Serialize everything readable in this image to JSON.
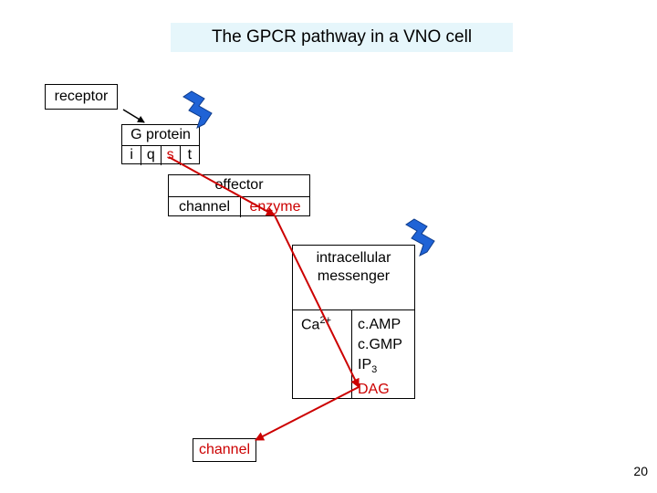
{
  "title": "The GPCR pathway in a VNO cell",
  "receptor": {
    "label": "receptor"
  },
  "g_protein": {
    "label": "G protein",
    "subunits": [
      "i",
      "q",
      "s",
      "t"
    ],
    "highlighted_subunit": "s"
  },
  "effector": {
    "label": "effector",
    "options": [
      "channel",
      "enzyme"
    ],
    "highlighted_option": "enzyme"
  },
  "messenger": {
    "label_line1": "intracellular",
    "label_line2": "messenger",
    "ca": "Ca",
    "ca_charge": "2+",
    "list": [
      "c.AMP",
      "c.GMP",
      "IP",
      "DAG"
    ],
    "ip_subscript": "3"
  },
  "channel": {
    "label": "channel"
  },
  "page_number": "20",
  "colors": {
    "highlight": "#cc0000",
    "title_bg": "#e6f6fb",
    "lightning": "#1f63d6"
  },
  "icons": [
    "lightning-icon"
  ]
}
